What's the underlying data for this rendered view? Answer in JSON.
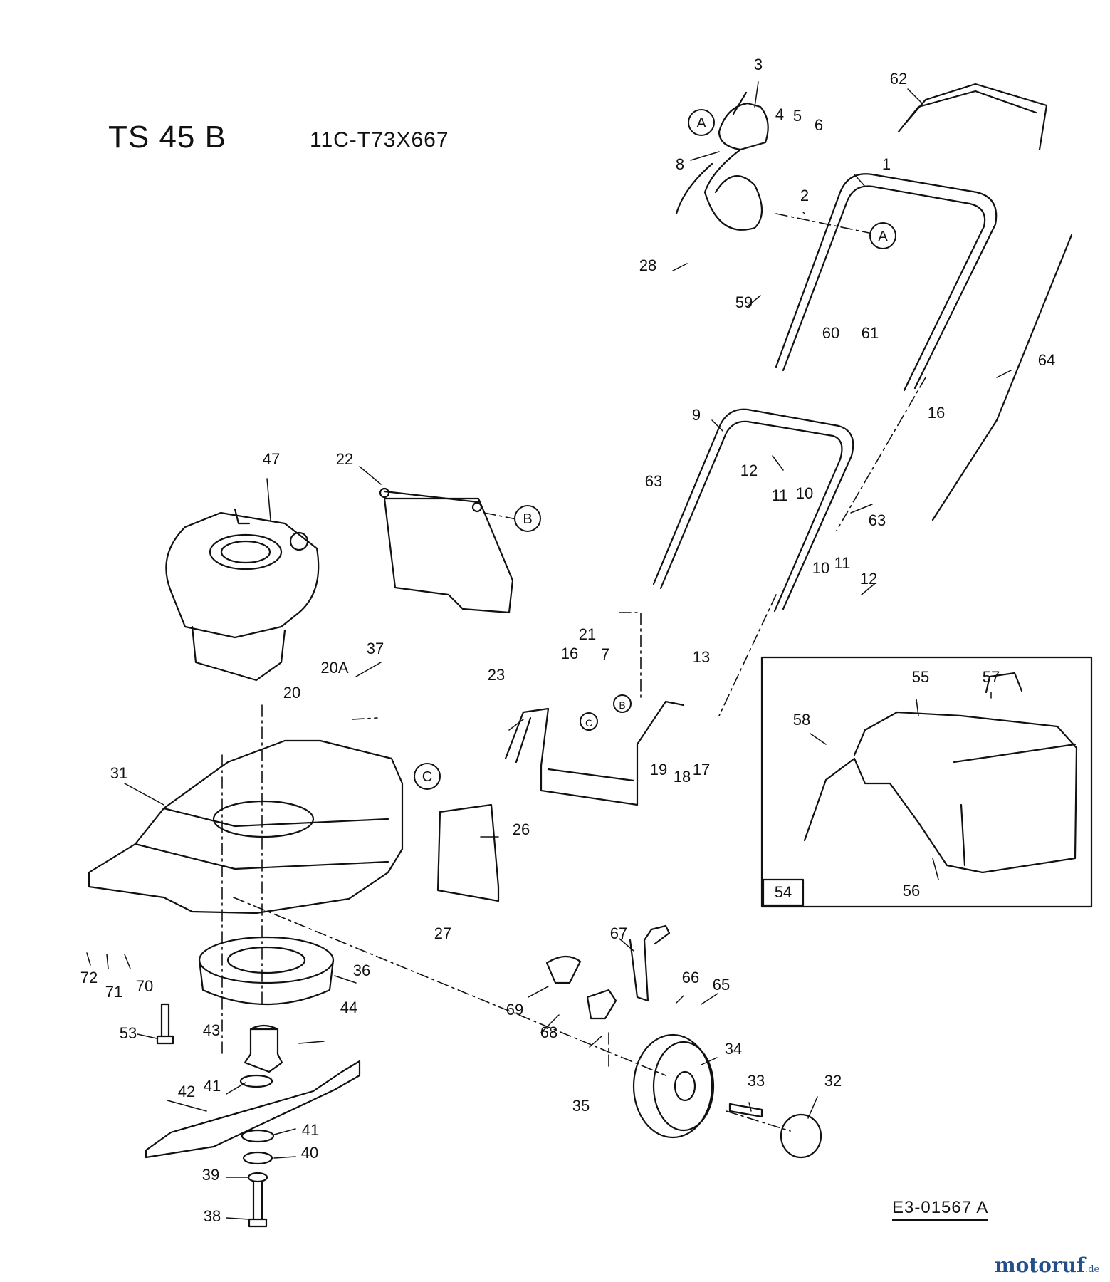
{
  "header": {
    "model_title": "TS 45 B",
    "model_number": "11C-T73X667"
  },
  "footer": {
    "document_id": "E3-01567 A",
    "brand": "motoruf",
    "brand_domain": ".de"
  },
  "part_numbers": [
    "1",
    "2",
    "3",
    "4",
    "5",
    "6",
    "8",
    "9",
    "10",
    "10",
    "11",
    "11",
    "12",
    "12",
    "13",
    "16",
    "16",
    "7",
    "17",
    "18",
    "19",
    "20",
    "20A",
    "21",
    "22",
    "23",
    "26",
    "27",
    "28",
    "31",
    "32",
    "33",
    "34",
    "35",
    "36",
    "37",
    "38",
    "39",
    "40",
    "41",
    "41",
    "42",
    "43",
    "44",
    "47",
    "53",
    "54",
    "55",
    "56",
    "57",
    "58",
    "59",
    "60",
    "61",
    "62",
    "63",
    "63",
    "64",
    "65",
    "66",
    "67",
    "68",
    "69",
    "70",
    "71",
    "72"
  ],
  "connectors": [
    "A",
    "A",
    "B",
    "B",
    "C",
    "C"
  ],
  "colors": {
    "ink": "#111111",
    "brand": "#244f8a"
  }
}
